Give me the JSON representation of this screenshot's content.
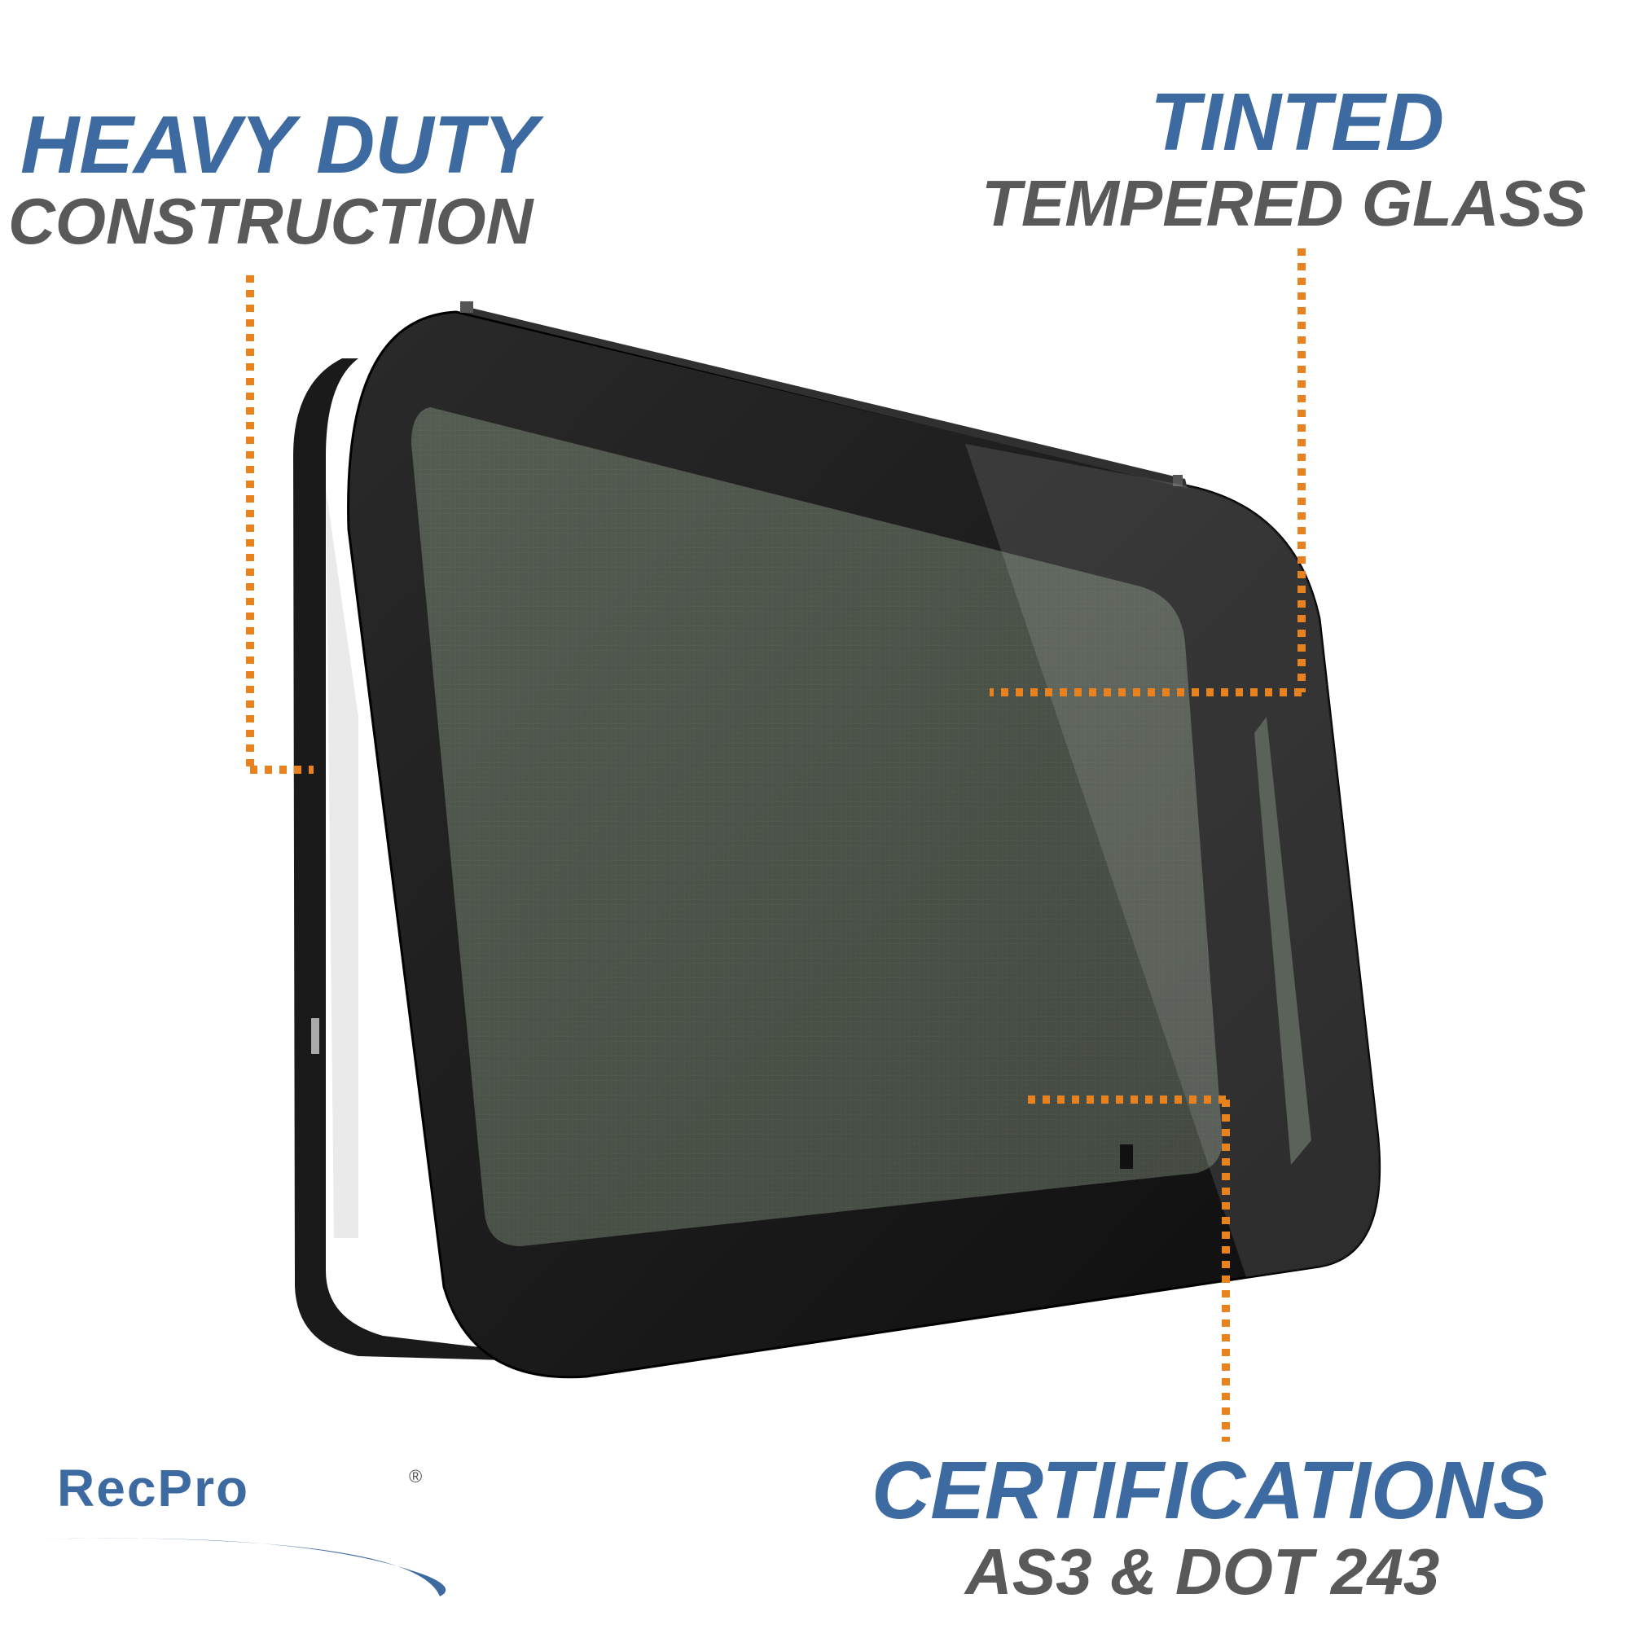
{
  "callouts": {
    "heavy_duty": {
      "title": "HEAVY DUTY",
      "subtitle": "CONSTRUCTION"
    },
    "tinted": {
      "title": "TINTED",
      "subtitle": "TEMPERED GLASS"
    },
    "certifications": {
      "title": "CERTIFICATIONS",
      "subtitle": "AS3 & DOT 243"
    }
  },
  "brand": {
    "logo_text_blue": "RecPro",
    "registered_mark": "®"
  },
  "colors": {
    "title_blue": "#3d6aa0",
    "subtitle_gray": "#595959",
    "leader_orange": "#e8821e",
    "frame_black": "#141414",
    "glass_tint": "#4a5248"
  },
  "icons": [
    "recpro-logo",
    "rv-window-product-image"
  ]
}
